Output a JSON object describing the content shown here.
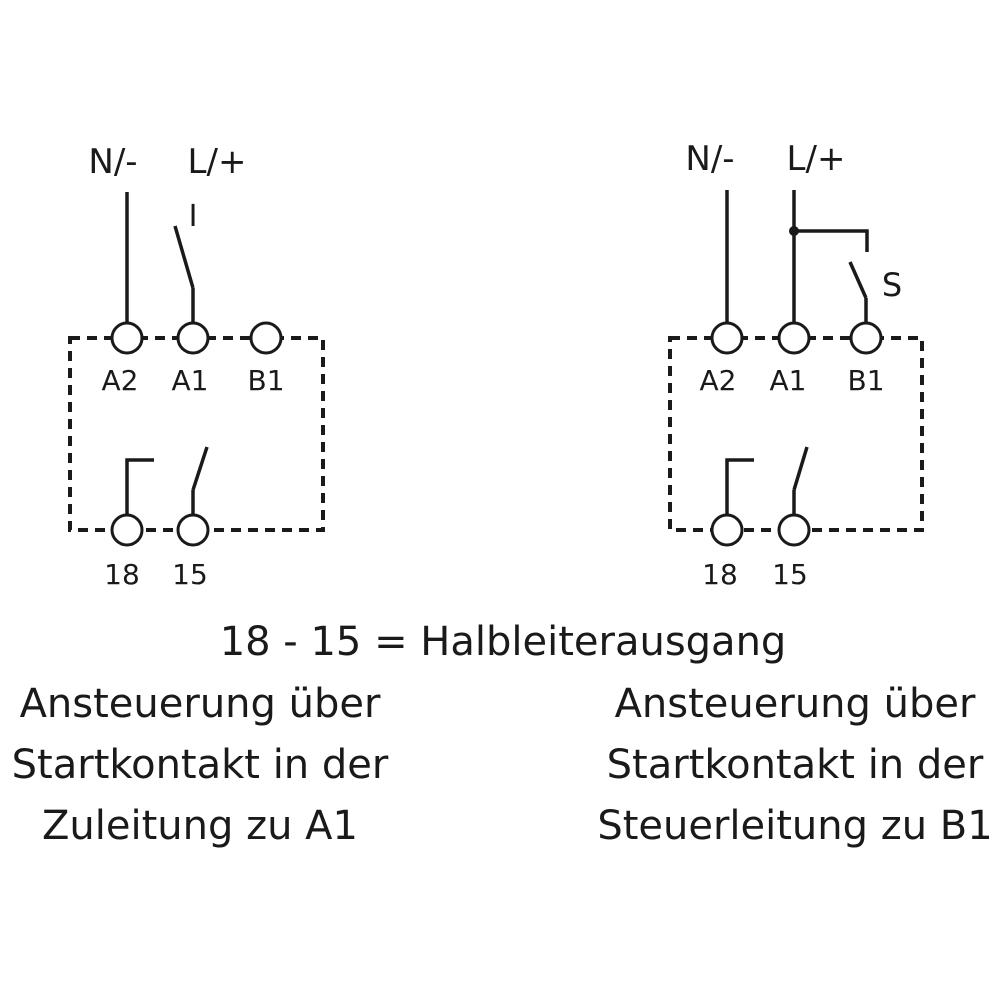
{
  "left_diagram": {
    "supply_labels": [
      "N/-",
      "L/+"
    ],
    "switch_label": "I",
    "top_terminals": [
      "A2",
      "A1",
      "B1"
    ],
    "bottom_terminals": [
      "18",
      "15"
    ]
  },
  "right_diagram": {
    "supply_labels": [
      "N/-",
      "L/+"
    ],
    "switch_label": "S",
    "top_terminals": [
      "A2",
      "A1",
      "B1"
    ],
    "bottom_terminals": [
      "18",
      "15"
    ]
  },
  "legend": "18 - 15 = Halbleiterausgang",
  "captions": {
    "left": [
      "Ansteuerung über",
      "Startkontakt in der",
      "Zuleitung zu A1"
    ],
    "right": [
      "Ansteuerung über",
      "Startkontakt in der",
      "Steuerleitung zu B1"
    ]
  }
}
